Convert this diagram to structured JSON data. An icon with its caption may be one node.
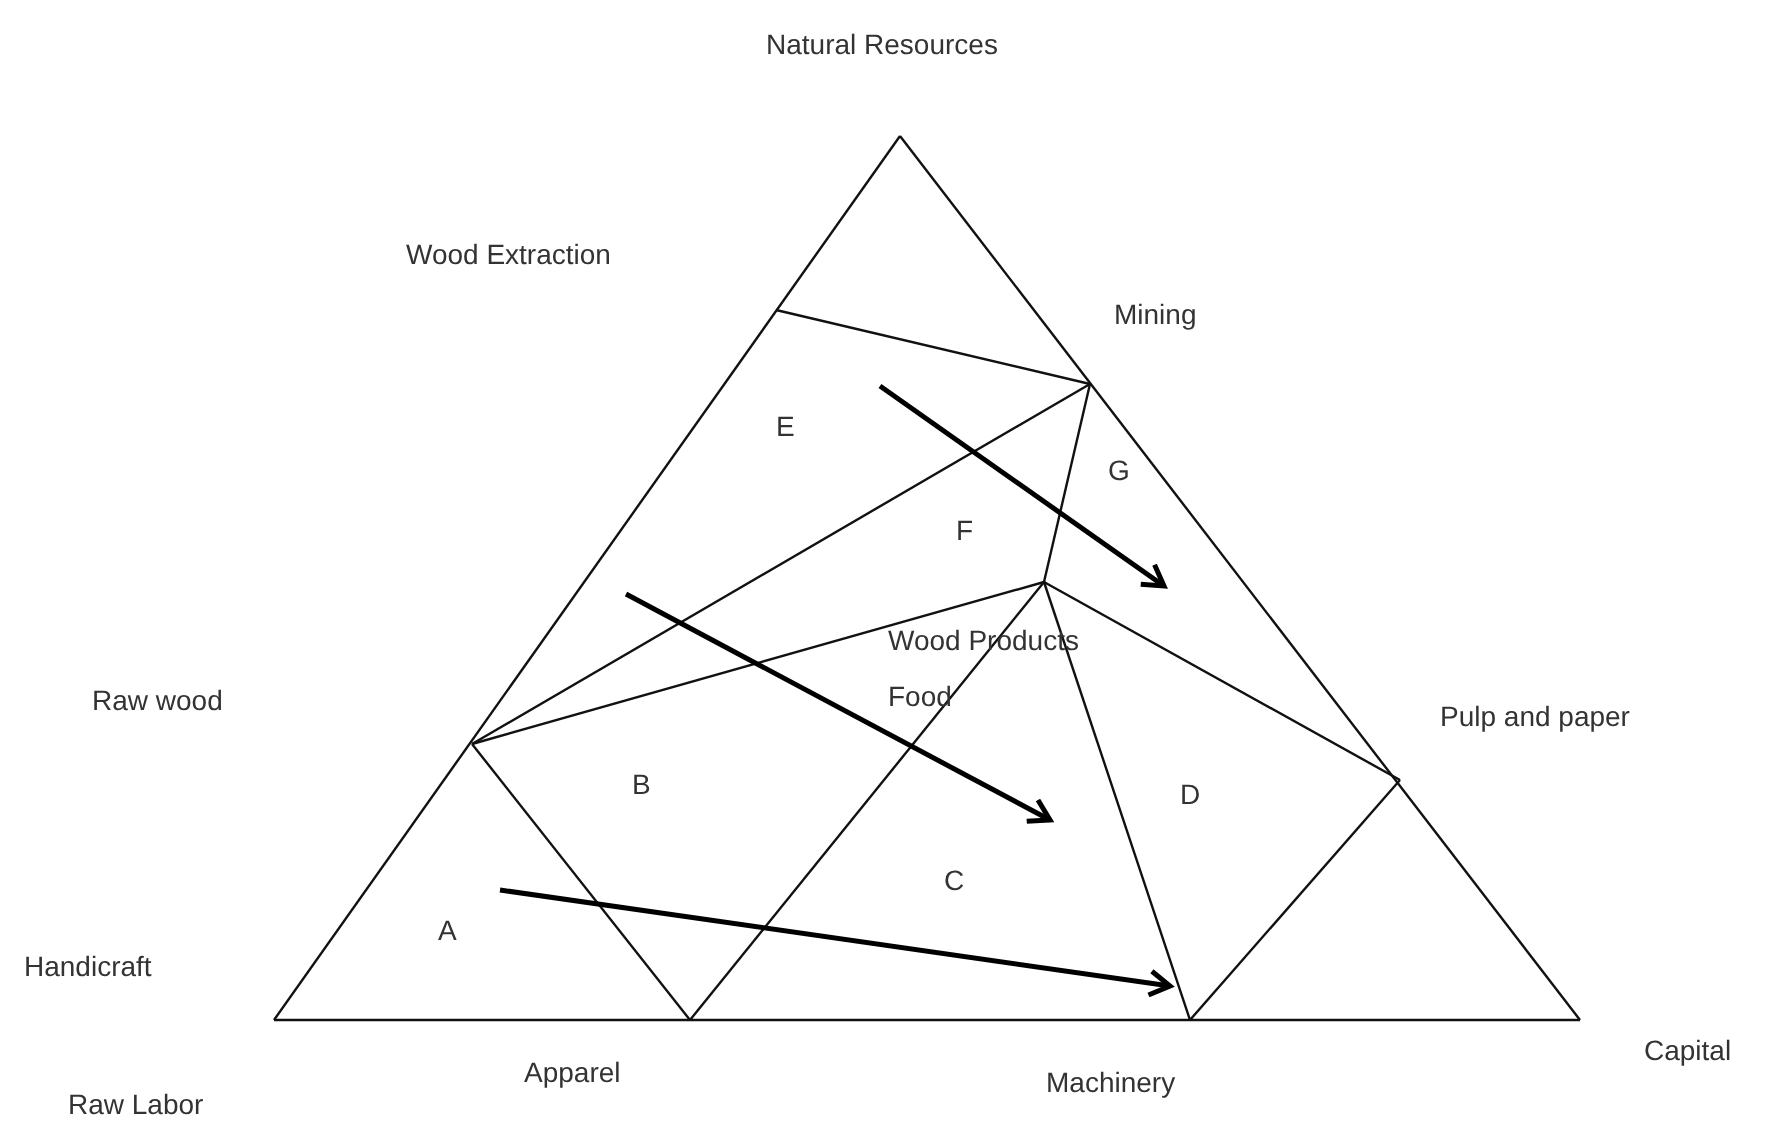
{
  "diagram": {
    "labels": [
      "Natural Resources",
      "Wood Extraction",
      "Mining",
      "E",
      "G",
      "F",
      "Wood Products",
      "Food",
      "Raw wood",
      "Pulp and paper",
      "B",
      "D",
      "C",
      "A",
      "Handicraft",
      "Capital",
      "Apparel",
      "Machinery",
      "Raw Labor"
    ]
  }
}
